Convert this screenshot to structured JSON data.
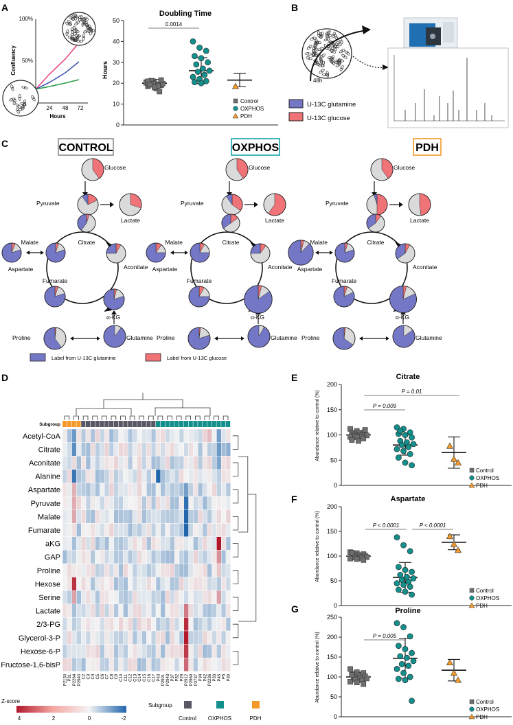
{
  "panel_letters": [
    "A",
    "B",
    "C",
    "D",
    "E",
    "F",
    "G"
  ],
  "colors": {
    "control": "#6f6f6f",
    "oxphos": "#138f8c",
    "pdh": "#f39a2b",
    "glutamine": "#7477c6",
    "glucose": "#f07378",
    "grey_slice": "#dadada",
    "heat_pos": "#b2182b",
    "heat_neg": "#2166ac",
    "control_box": "#8a8a8a",
    "oxphos_box": "#17a3a8",
    "pdh_box": "#f19a27"
  },
  "panelA": {
    "growth": {
      "ylabel": "Confluency",
      "xlabel": "Hours",
      "yticks": [
        "100%",
        "50%"
      ],
      "xticks": [
        "24",
        "48",
        "72"
      ]
    },
    "chart_data": {
      "type": "scatter",
      "title": "Doubling Time",
      "ylabel": "Hours",
      "ylim": [
        0,
        50
      ],
      "yticks": [
        0,
        10,
        20,
        30,
        40,
        50
      ],
      "pvalue": "0.0014",
      "series": [
        {
          "name": "Control",
          "mean": 20,
          "sd": 1.8,
          "values": [
            20.5,
            21,
            19.5,
            18.5,
            20,
            19,
            20.8,
            17.5,
            19.8,
            21.2,
            18.8,
            20.2,
            19.6,
            16,
            20.9,
            18,
            21.5,
            19.3
          ]
        },
        {
          "name": "OXPHOS",
          "mean": 26,
          "sd": 6.2,
          "values": [
            40,
            37,
            35.5,
            33,
            32,
            30,
            29,
            27,
            26,
            25.5,
            24,
            23,
            22,
            21,
            20.5,
            20
          ]
        },
        {
          "name": "PDH",
          "mean": 21.5,
          "sd": 3.2,
          "values": [
            18.5
          ]
        }
      ]
    }
  },
  "legends": {
    "control": "Control",
    "oxphos": "OXPHOS",
    "pdh": "PDH"
  },
  "panelB": {
    "time": "48h",
    "glutamine": "U-13C glutamine",
    "glucose": "U-13C glucose"
  },
  "panelC": {
    "groups": [
      {
        "title": "CONTROL"
      },
      {
        "title": "OXPHOS"
      },
      {
        "title": "PDH"
      }
    ],
    "metabolites": [
      "Glucose",
      "Pyruvate",
      "Lactate",
      "Malate",
      "Citrate",
      "Aconitate",
      "Aspartate",
      "Fumarate",
      "α-KG",
      "Proline",
      "Glutamine"
    ],
    "pies": [
      {
        "Glucose": [
          0,
          0.4
        ],
        "Pyruvate": [
          0.1,
          0.18
        ],
        "Lactate": [
          0,
          0.3
        ],
        "Citrate": [
          0.4,
          0.05
        ],
        "Malate": [
          0.8,
          0.05
        ],
        "Aconitate": [
          0.25,
          0.08
        ],
        "Aspartate": [
          0.8,
          0.06
        ],
        "Fumarate": [
          0.8,
          0.05
        ],
        "α-KG": [
          0.8,
          0.04
        ],
        "Glutamine": [
          0.9,
          0
        ],
        "Proline": [
          0.6,
          0.02
        ]
      },
      {
        "Glucose": [
          0,
          0.4
        ],
        "Pyruvate": [
          0.1,
          0.35
        ],
        "Lactate": [
          0,
          0.6
        ],
        "Citrate": [
          0.35,
          0.15
        ],
        "Malate": [
          0.75,
          0.08
        ],
        "Aconitate": [
          0.25,
          0.1
        ],
        "Aspartate": [
          0.75,
          0.1
        ],
        "Fumarate": [
          0.75,
          0.08
        ],
        "α-KG": [
          0.85,
          0.04
        ],
        "Glutamine": [
          0.92,
          0
        ],
        "Proline": [
          0.8,
          0.02
        ]
      },
      {
        "Glucose": [
          0,
          0.4
        ],
        "Pyruvate": [
          0.05,
          0.5
        ],
        "Lactate": [
          0,
          0.48
        ],
        "Citrate": [
          0.35,
          0.1
        ],
        "Malate": [
          0.8,
          0.05
        ],
        "Aconitate": [
          0.35,
          0.08
        ],
        "Aspartate": [
          0.88,
          0.04
        ],
        "Fumarate": [
          0.82,
          0.05
        ],
        "α-KG": [
          0.82,
          0.04
        ],
        "Glutamine": [
          0.85,
          0
        ],
        "Proline": [
          0.65,
          0.02
        ]
      }
    ],
    "legend": {
      "glutamine": "Label from U-13C glutamine",
      "glucose": "Label from U-13C glucose"
    }
  },
  "panelD": {
    "subgroup_label": "Subgroup",
    "rows": [
      "Acetyl-CoA",
      "Citrate",
      "Aconitate",
      "Alanine",
      "Aspartate",
      "Pyruvate",
      "Malate",
      "Fumarate",
      "aKG",
      "GAP",
      "Proline",
      "Hexose",
      "Serine",
      "Lactate",
      "2/3-PG",
      "Glycerol-3-P",
      "Hexose-6-P",
      "Fructose-1,6-bisP"
    ],
    "columns": [
      "P2130",
      "P31",
      "P2264",
      "P2940",
      "C2",
      "C3",
      "C4",
      "C5",
      "C6",
      "C7",
      "C8",
      "C9",
      "C10",
      "C11",
      "C12",
      "C13",
      "C14",
      "C15",
      "C16",
      "C17",
      "P43",
      "P2901",
      "P2943",
      "P37",
      "P52",
      "P29",
      "P2912",
      "P2969",
      "P2737",
      "P34",
      "P42",
      "P2236",
      "P33",
      "P45",
      "P5",
      "P30"
    ],
    "column_groups": [
      "PDH",
      "PDH",
      "PDH",
      "PDH",
      "Control",
      "Control",
      "Control",
      "Control",
      "Control",
      "Control",
      "Control",
      "Control",
      "Control",
      "Control",
      "Control",
      "Control",
      "Control",
      "Control",
      "Control",
      "Control",
      "OXPHOS",
      "OXPHOS",
      "OXPHOS",
      "OXPHOS",
      "OXPHOS",
      "OXPHOS",
      "OXPHOS",
      "OXPHOS",
      "OXPHOS",
      "OXPHOS",
      "OXPHOS",
      "OXPHOS",
      "OXPHOS",
      "OXPHOS",
      "OXPHOS",
      "OXPHOS"
    ],
    "zscore_label": "Z-score",
    "zscore_ticks": [
      "4",
      "2",
      "0",
      "-2"
    ],
    "subgroup_legend": [
      "Control",
      "OXPHOS",
      "PDH"
    ]
  },
  "panelE": {
    "chart_data": {
      "type": "scatter",
      "title": "Citrate",
      "ylabel": "Abundance relative to control (%)",
      "ylim": [
        0,
        200
      ],
      "yticks": [
        0,
        50,
        100,
        150,
        200
      ],
      "pvalues": [
        "P = 0.009",
        "P = 0.01"
      ],
      "series": [
        {
          "name": "Control",
          "mean": 100,
          "sd": 8,
          "values": [
            112,
            108,
            105,
            104,
            103,
            102,
            101,
            100,
            99,
            98,
            97,
            96,
            95,
            93,
            90,
            88,
            110
          ]
        },
        {
          "name": "OXPHOS",
          "mean": 80,
          "sd": 20,
          "values": [
            115,
            112,
            105,
            102,
            100,
            95,
            88,
            85,
            82,
            80,
            76,
            72,
            68,
            62,
            55,
            45,
            40,
            108
          ]
        },
        {
          "name": "PDH",
          "mean": 65,
          "sd": 31,
          "values": [
            78,
            52,
            45
          ]
        }
      ]
    }
  },
  "panelF": {
    "chart_data": {
      "type": "scatter",
      "title": "Aspartate",
      "ylabel": "Abundance relative to control (%)",
      "ylim": [
        0,
        200
      ],
      "yticks": [
        0,
        50,
        100,
        150,
        200
      ],
      "pvalues": [
        "P < 0.0001",
        "P < 0.0001"
      ],
      "series": [
        {
          "name": "Control",
          "mean": 100,
          "sd": 6,
          "values": [
            108,
            106,
            104,
            103,
            102,
            101,
            100,
            99,
            98,
            97,
            96,
            95,
            94,
            92,
            107
          ]
        },
        {
          "name": "OXPHOS",
          "mean": 57,
          "sd": 30,
          "values": [
            138,
            122,
            110,
            78,
            72,
            68,
            62,
            58,
            55,
            52,
            48,
            45,
            42,
            38,
            32,
            28,
            22
          ]
        },
        {
          "name": "PDH",
          "mean": 128,
          "sd": 15,
          "values": [
            140,
            124,
            112
          ]
        }
      ]
    }
  },
  "panelG": {
    "chart_data": {
      "type": "scatter",
      "title": "Proline",
      "ylabel": "Abundance relative to control (%)",
      "ylim": [
        0,
        250
      ],
      "yticks": [
        0,
        50,
        100,
        150,
        200,
        250
      ],
      "pvalues": [
        "P = 0.005"
      ],
      "series": [
        {
          "name": "Control",
          "mean": 100,
          "sd": 12,
          "values": [
            120,
            112,
            110,
            108,
            104,
            102,
            100,
            98,
            96,
            94,
            92,
            88,
            86,
            82,
            105
          ]
        },
        {
          "name": "OXPHOS",
          "mean": 147,
          "sd": 50,
          "values": [
            235,
            225,
            202,
            178,
            170,
            160,
            152,
            148,
            140,
            132,
            128,
            120,
            110,
            100,
            95,
            92,
            40
          ]
        },
        {
          "name": "PDH",
          "mean": 117,
          "sd": 27,
          "values": [
            136,
            110,
            92
          ]
        }
      ]
    }
  }
}
